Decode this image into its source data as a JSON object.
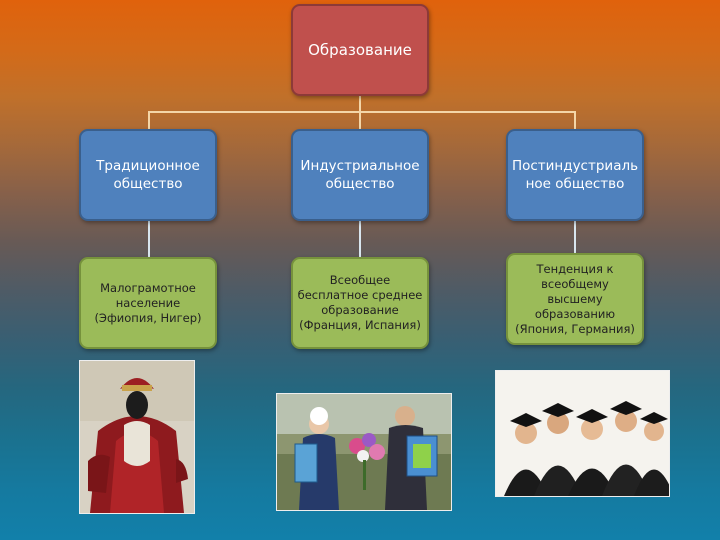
{
  "title": "Образование",
  "societies": [
    {
      "label": "Традиционное\nобщество",
      "education": "Малограмотное\nнаселение\n(Эфиопия, Нигер)"
    },
    {
      "label": "Индустриальное\nобщество",
      "education": "Всеобщее\nбесплатное среднее\nобразование\n(Франция, Испания)"
    },
    {
      "label": "Постиндустриаль\nное общество",
      "education": "Тенденция к\nвсеобщему\nвысшему\nобразованию\n(Япония, Германия)"
    }
  ],
  "colors": {
    "top": "#c0504d",
    "blue": "#4f81bd",
    "green": "#9bbb59"
  },
  "photos": [
    {
      "icon": "person-in-red-robe-photo"
    },
    {
      "icon": "schoolchildren-with-flowers-photo"
    },
    {
      "icon": "graduates-in-caps-photo"
    }
  ]
}
